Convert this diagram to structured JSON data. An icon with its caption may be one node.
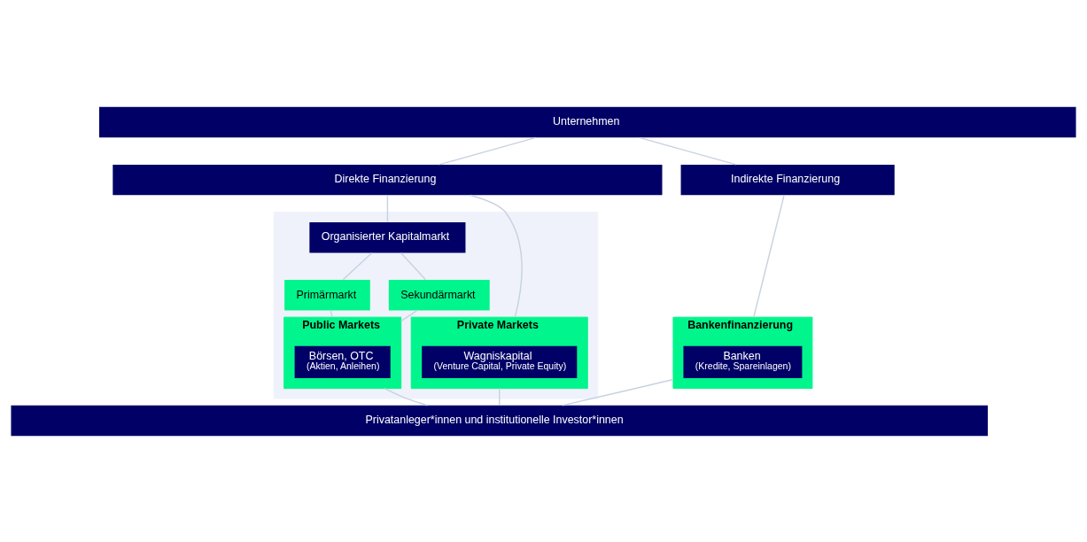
{
  "diagram": {
    "nodes": [
      {
        "text": [
          "Unternehmen"
        ]
      },
      {
        "text": [
          "Direkte Finanzierung"
        ]
      },
      {
        "text": [
          "Indirekte Finanzierung"
        ]
      },
      {
        "text": [],
        "shape": "box"
      },
      {
        "text": [
          "Organisierter Kapitalmarkt"
        ],
        "in": 3
      },
      {
        "text": [
          "Primärmarkt"
        ],
        "in": 3
      },
      {
        "text": [
          "Sekundärmarkt"
        ],
        "in": 3
      },
      {
        "text": [
          "Private Markets"
        ],
        "in": 3
      },
      {
        "text": [
          "Wagniskapital",
          "(Venture Capital, Private Equity)"
        ],
        "in": 7
      },
      {
        "text": [
          "Public Markets"
        ],
        "in": 3
      },
      {
        "text": [
          "Börsen, OTC",
          "(Aktien, Anleihen)"
        ],
        "in": 9
      },
      {
        "text": [
          "Bankenfinanzierung"
        ]
      },
      {
        "text": [
          "Banken",
          "(Kredite, Spareinlagen)"
        ],
        "in": 11
      },
      {
        "text": [
          "Privatanleger*innen und institutionelle Investor*innen"
        ]
      }
    ],
    "edges": [
      {
        "from": 0,
        "to": 1,
        "arrow": "none"
      },
      {
        "from": 0,
        "to": 2,
        "arrow": "none"
      },
      {
        "from": 1,
        "to": 7,
        "arrow": "none"
      },
      {
        "from": 1,
        "to": 4,
        "arrow": "none"
      },
      {
        "from": 4,
        "to": 5,
        "arrow": "none"
      },
      {
        "from": 4,
        "to": 6,
        "arrow": "none"
      },
      {
        "from": 5,
        "to": 9,
        "arrow": "none"
      },
      {
        "from": 6,
        "to": 9,
        "arrow": "none"
      },
      {
        "from": 2,
        "to": 11,
        "arrow": "none"
      },
      {
        "from": 7,
        "to": 13,
        "arrow": "none"
      },
      {
        "from": 9,
        "to": 13,
        "arrow": "none"
      },
      {
        "from": 11,
        "to": 13,
        "arrow": "none"
      }
    ]
  }
}
